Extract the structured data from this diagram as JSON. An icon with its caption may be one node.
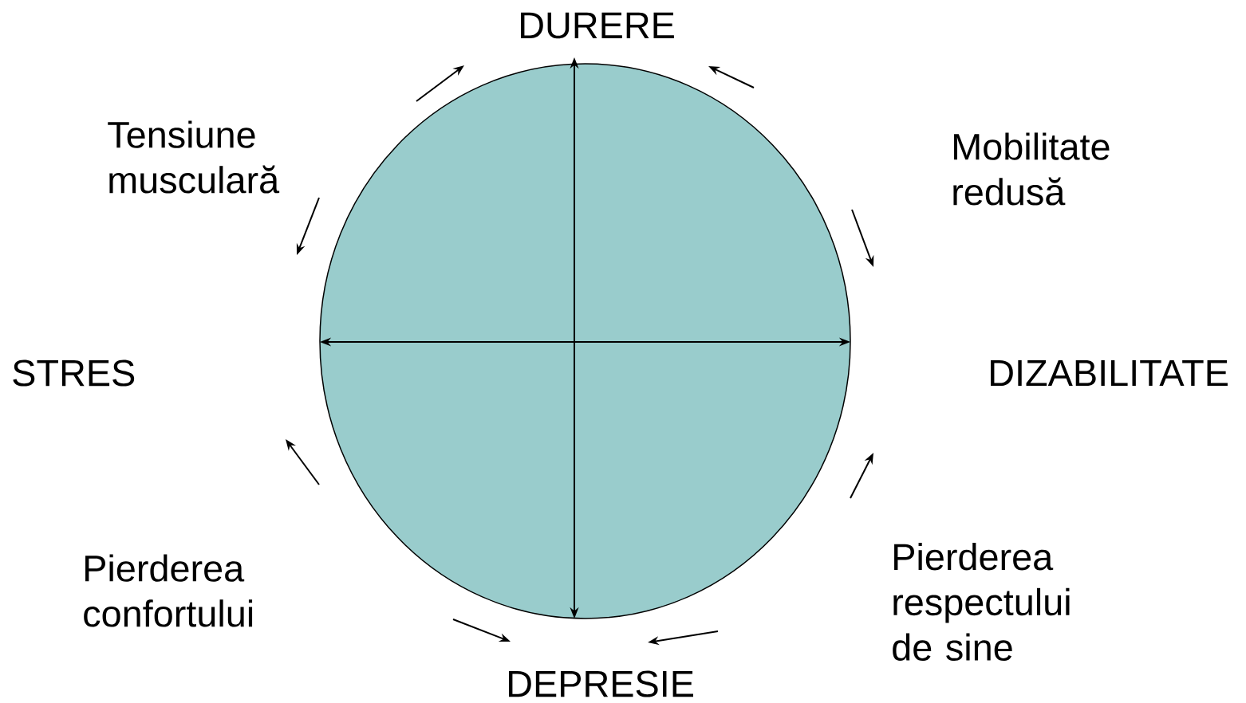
{
  "diagram": {
    "nodes": [
      {
        "text": [],
        "shape": "circle"
      },
      {
        "text": [
          "DURERE"
        ]
      },
      {
        "text": [
          "Mobilitate redusă"
        ]
      },
      {
        "text": [
          "DIZABILITATE"
        ]
      },
      {
        "text": [
          "Pierderea respectului de sine"
        ]
      },
      {
        "text": [
          "DEPRESIE"
        ]
      },
      {
        "text": [
          "Pierderea confortului"
        ]
      },
      {
        "text": [
          "STRES"
        ]
      },
      {
        "text": [
          "Tensiune musculară"
        ]
      }
    ]
  }
}
